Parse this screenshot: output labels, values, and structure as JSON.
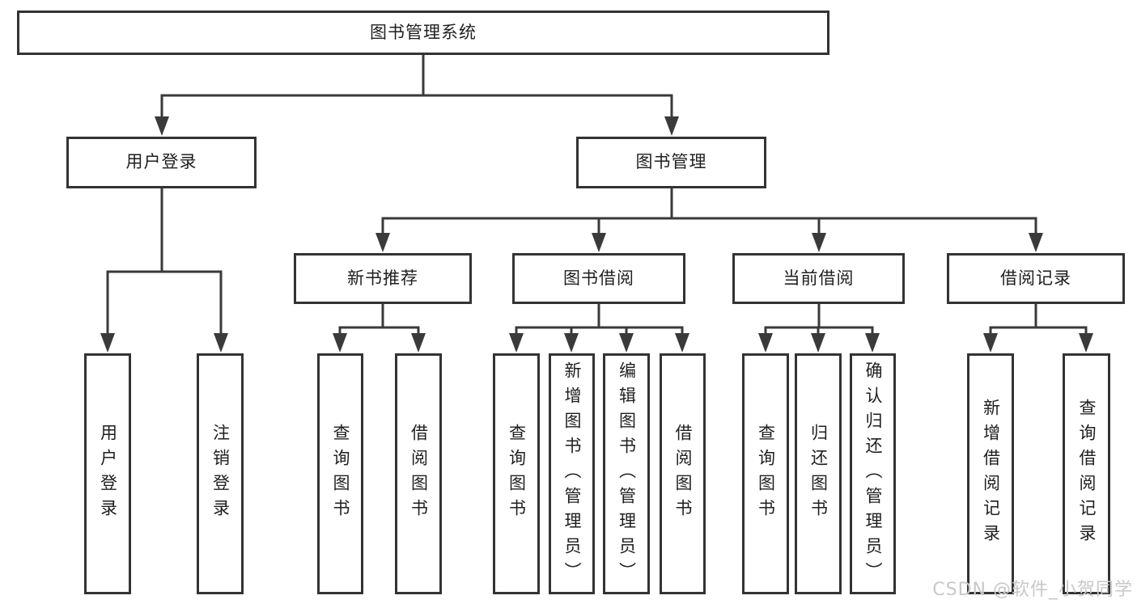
{
  "tree": {
    "root": "图书管理系统",
    "children": [
      {
        "label": "用户登录",
        "children": [
          "用户登录",
          "注销登录"
        ]
      },
      {
        "label": "图书管理",
        "children": [
          {
            "label": "新书推荐",
            "children": [
              "查询图书",
              "借阅图书"
            ]
          },
          {
            "label": "图书借阅",
            "children": [
              "查询图书",
              "新增图书（管理员）",
              "编辑图书（管理员）",
              "借阅图书"
            ]
          },
          {
            "label": "当前借阅",
            "children": [
              "查询图书",
              "归还图书",
              "确认归还（管理员）"
            ]
          },
          {
            "label": "借阅记录",
            "children": [
              "新增借阅记录",
              "查询借阅记录"
            ]
          }
        ]
      }
    ]
  },
  "watermark": {
    "text": "CSDN @软件_小贺同学"
  },
  "colors": {
    "line": "#3a3a3a",
    "border": "#333333",
    "text": "#1f1f1f",
    "watermark": "#c8c8c8",
    "background": "#ffffff"
  }
}
